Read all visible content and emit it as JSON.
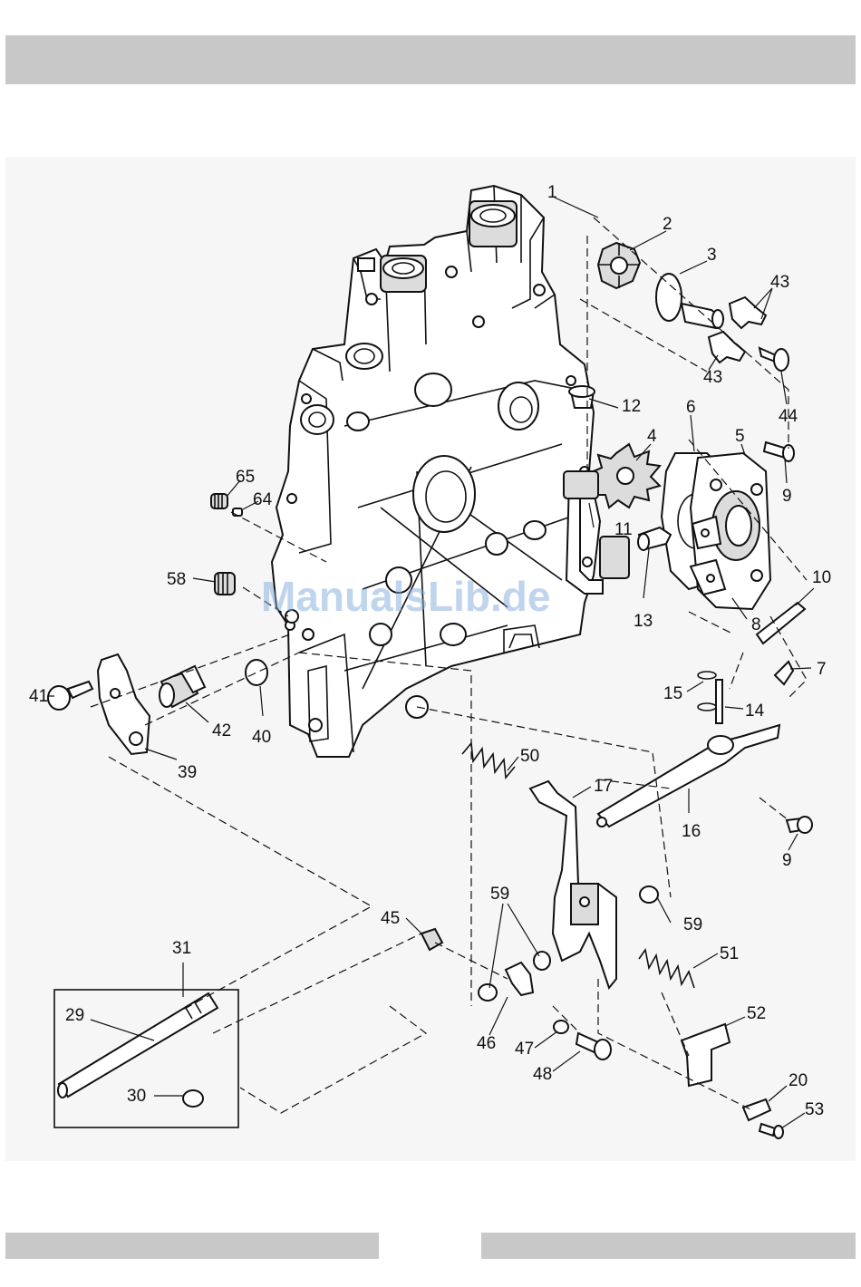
{
  "watermark": "ManualsLib.de",
  "callouts": [
    {
      "id": "c1",
      "text": "1"
    },
    {
      "id": "c2",
      "text": "2"
    },
    {
      "id": "c3",
      "text": "3"
    },
    {
      "id": "c43a",
      "text": "43"
    },
    {
      "id": "c43b",
      "text": "43"
    },
    {
      "id": "c44",
      "text": "44"
    },
    {
      "id": "c12",
      "text": "12"
    },
    {
      "id": "c4",
      "text": "4"
    },
    {
      "id": "c6",
      "text": "6"
    },
    {
      "id": "c5",
      "text": "5"
    },
    {
      "id": "c9a",
      "text": "9"
    },
    {
      "id": "c11",
      "text": "11"
    },
    {
      "id": "c13",
      "text": "13"
    },
    {
      "id": "c8",
      "text": "8"
    },
    {
      "id": "c10",
      "text": "10"
    },
    {
      "id": "c7",
      "text": "7"
    },
    {
      "id": "c15",
      "text": "15"
    },
    {
      "id": "c14",
      "text": "14"
    },
    {
      "id": "c65",
      "text": "65"
    },
    {
      "id": "c64",
      "text": "64"
    },
    {
      "id": "c58",
      "text": "58"
    },
    {
      "id": "c41",
      "text": "41"
    },
    {
      "id": "c42",
      "text": "42"
    },
    {
      "id": "c40",
      "text": "40"
    },
    {
      "id": "c39",
      "text": "39"
    },
    {
      "id": "c50",
      "text": "50"
    },
    {
      "id": "c17",
      "text": "17"
    },
    {
      "id": "c16",
      "text": "16"
    },
    {
      "id": "c9b",
      "text": "9"
    },
    {
      "id": "c59a",
      "text": "59"
    },
    {
      "id": "c59b",
      "text": "59"
    },
    {
      "id": "c45",
      "text": "45"
    },
    {
      "id": "c51",
      "text": "51"
    },
    {
      "id": "c31",
      "text": "31"
    },
    {
      "id": "c29",
      "text": "29"
    },
    {
      "id": "c30",
      "text": "30"
    },
    {
      "id": "c46",
      "text": "46"
    },
    {
      "id": "c47",
      "text": "47"
    },
    {
      "id": "c48",
      "text": "48"
    },
    {
      "id": "c52",
      "text": "52"
    },
    {
      "id": "c20",
      "text": "20"
    },
    {
      "id": "c53",
      "text": "53"
    }
  ]
}
